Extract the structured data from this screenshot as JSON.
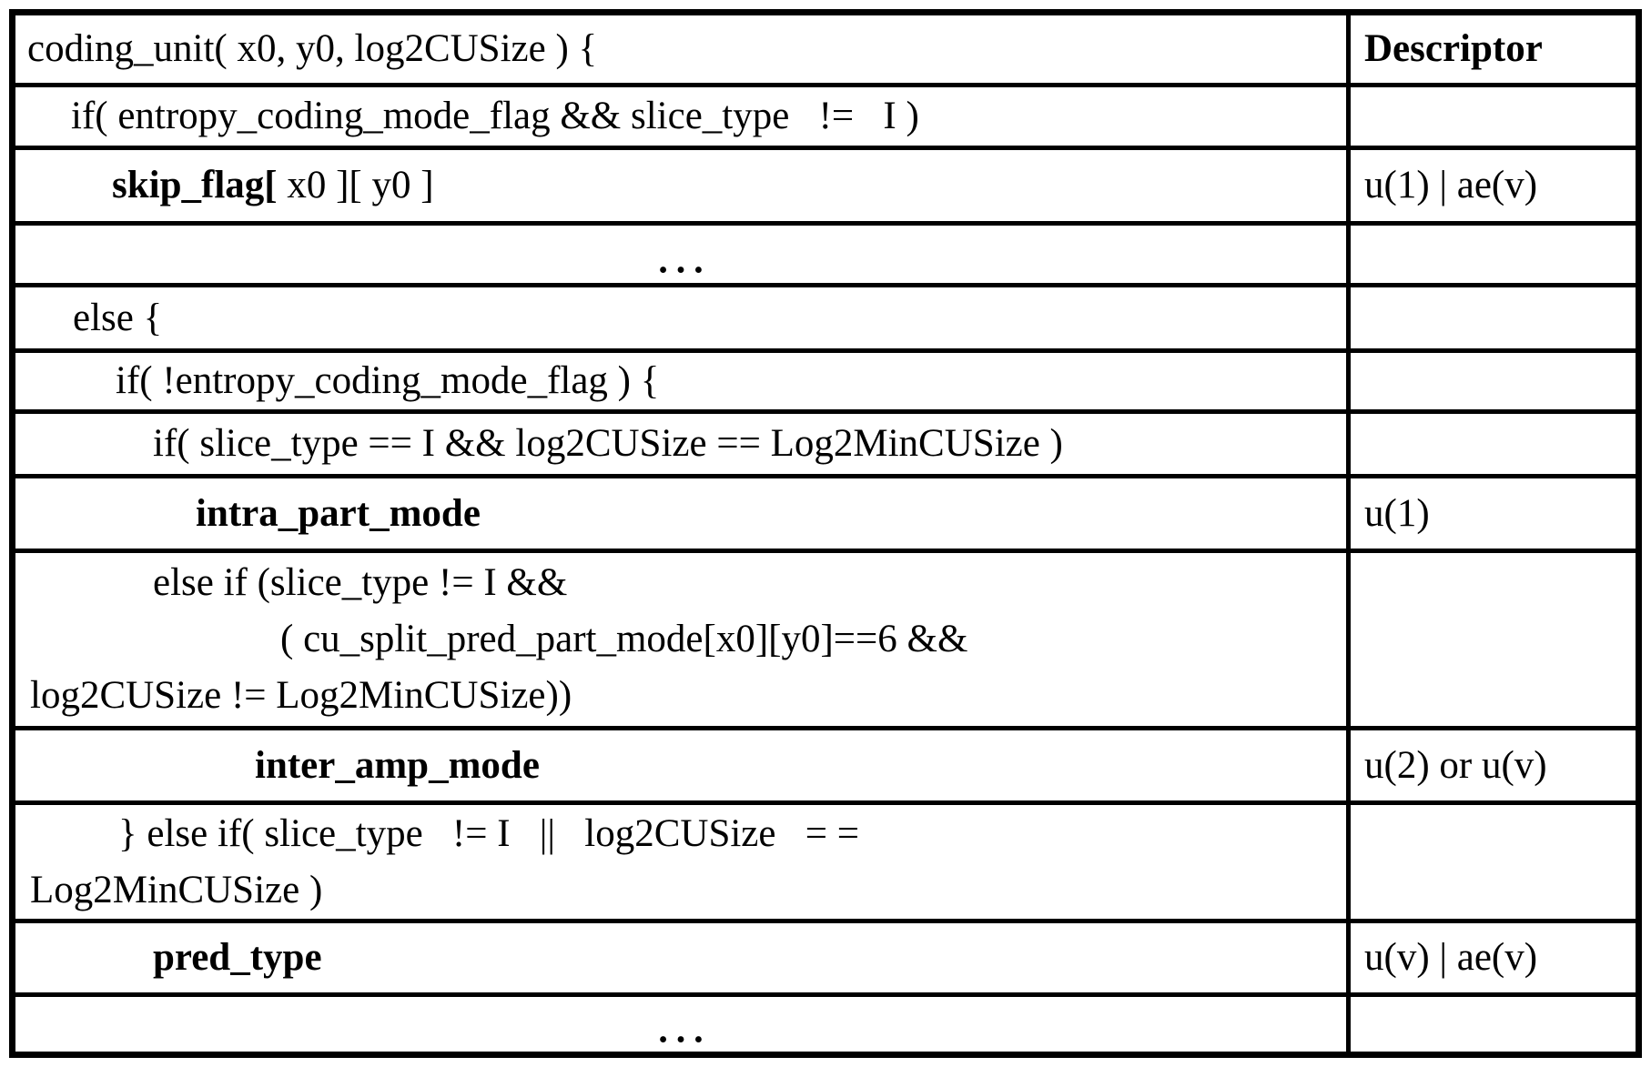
{
  "colors": {
    "border": "#000000",
    "background": "#ffffff",
    "text": "#000000"
  },
  "table": {
    "rows": [
      {
        "height": 74,
        "header": true,
        "lines": [
          {
            "indent": 13,
            "segments": [
              {
                "text": "coding_unit( x0, y0, log2CUSize ) {",
                "bold": false
              }
            ]
          }
        ],
        "descriptor": "Descriptor",
        "descriptor_bold": true
      },
      {
        "height": 64,
        "lines": [
          {
            "indent": 61,
            "segments": [
              {
                "text": "if( entropy_coding_mode_flag && slice_type   !=   I )",
                "bold": false
              }
            ]
          }
        ],
        "descriptor": "",
        "descriptor_bold": false
      },
      {
        "height": 78,
        "lines": [
          {
            "indent": 106,
            "segments": [
              {
                "text": "skip_flag[",
                "bold": true
              },
              {
                "text": " x0 ][ y0 ]",
                "bold": false
              }
            ]
          }
        ],
        "descriptor": "u(1) | ae(v)",
        "descriptor_bold": false
      },
      {
        "height": 63,
        "center": true,
        "lines": [
          {
            "indent": 0,
            "segments": [
              {
                "text": "…",
                "bold": false
              }
            ]
          }
        ],
        "descriptor": "",
        "descriptor_bold": false
      },
      {
        "height": 67,
        "lines": [
          {
            "indent": 63,
            "segments": [
              {
                "text": "else {",
                "bold": false
              }
            ]
          }
        ],
        "descriptor": "",
        "descriptor_bold": false
      },
      {
        "height": 62,
        "lines": [
          {
            "indent": 110,
            "segments": [
              {
                "text": "if( !entropy_coding_mode_flag ) {",
                "bold": false
              }
            ]
          }
        ],
        "descriptor": "",
        "descriptor_bold": false
      },
      {
        "height": 66,
        "lines": [
          {
            "indent": 151,
            "segments": [
              {
                "text": "if( slice_type == I && log2CUSize == Log2MinCUSize )",
                "bold": false
              }
            ]
          }
        ],
        "descriptor": "",
        "descriptor_bold": false
      },
      {
        "height": 77,
        "lines": [
          {
            "indent": 198,
            "segments": [
              {
                "text": "intra_part_mode",
                "bold": true
              }
            ]
          }
        ],
        "descriptor": "u(1)",
        "descriptor_bold": false
      },
      {
        "height": 190,
        "lines": [
          {
            "indent": 151,
            "segments": [
              {
                "text": "else if (slice_type != I &&",
                "bold": false
              }
            ]
          },
          {
            "indent": 291,
            "segments": [
              {
                "text": "( cu_split_pred_part_mode[x0][y0]==6 &&",
                "bold": false
              }
            ]
          },
          {
            "indent": 16,
            "segments": [
              {
                "text": "log2CUSize != Log2MinCUSize))",
                "bold": false
              }
            ]
          }
        ],
        "descriptor": "",
        "descriptor_bold": false
      },
      {
        "height": 77,
        "lines": [
          {
            "indent": 263,
            "segments": [
              {
                "text": "inter_amp_mode",
                "bold": true
              }
            ]
          }
        ],
        "descriptor": "u(2) or u(v)",
        "descriptor_bold": false
      },
      {
        "height": 125,
        "lines": [
          {
            "indent": 113,
            "segments": [
              {
                "text": "} else if( slice_type   != I   ||   log2CUSize   = =",
                "bold": false
              }
            ]
          },
          {
            "indent": 16,
            "segments": [
              {
                "text": "Log2MinCUSize )",
                "bold": false
              }
            ]
          }
        ],
        "descriptor": "",
        "descriptor_bold": false
      },
      {
        "height": 76,
        "lines": [
          {
            "indent": 151,
            "segments": [
              {
                "text": "pred_type",
                "bold": true
              }
            ]
          }
        ],
        "descriptor": "u(v) | ae(v)",
        "descriptor_bold": false
      },
      {
        "height": 60,
        "center": true,
        "lines": [
          {
            "indent": 0,
            "segments": [
              {
                "text": "…",
                "bold": false
              }
            ]
          }
        ],
        "descriptor": "",
        "descriptor_bold": false
      }
    ]
  }
}
